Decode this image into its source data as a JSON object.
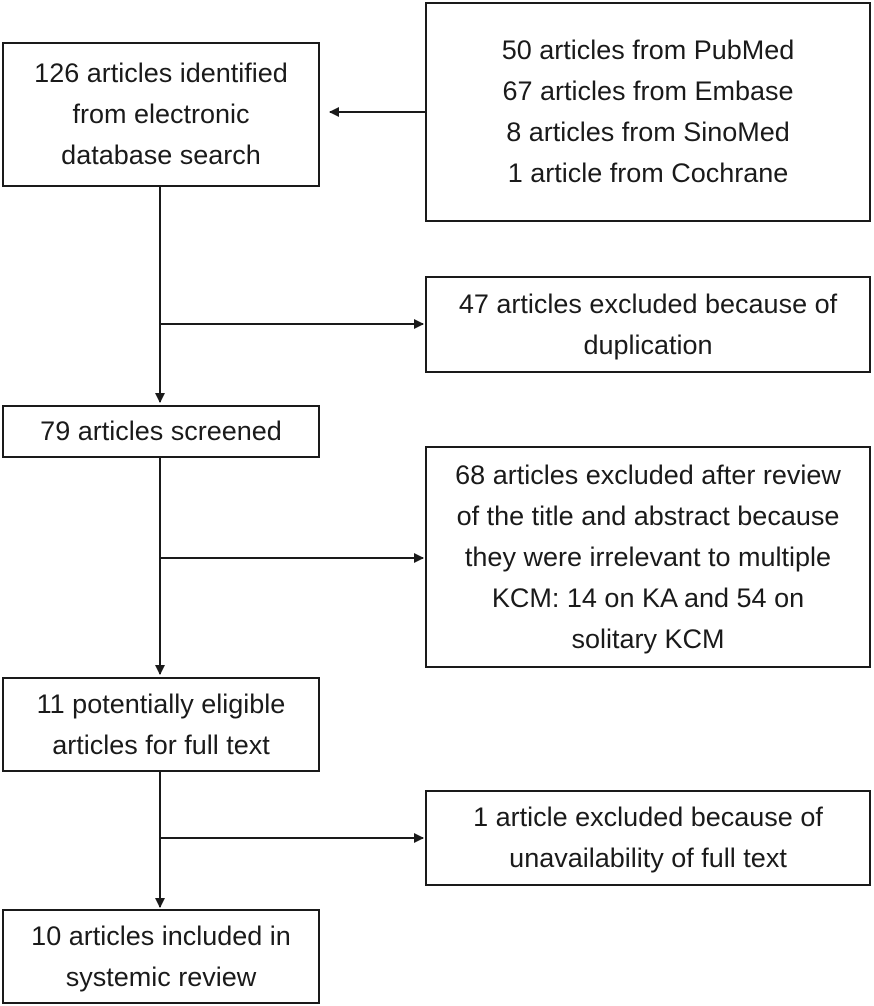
{
  "boxes": {
    "identified": {
      "lines": [
        "126 articles identified",
        "from electronic",
        "database search"
      ]
    },
    "sources": {
      "lines": [
        "50 articles from PubMed",
        "67 articles from Embase",
        "8 articles from SinoMed",
        "1 article from Cochrane"
      ]
    },
    "duplicates_excluded": {
      "lines": [
        "47 articles excluded because of",
        "duplication"
      ]
    },
    "screened": {
      "lines": [
        "79 articles screened"
      ]
    },
    "screening_excluded": {
      "lines": [
        "68 articles excluded after review",
        "of the title and abstract because",
        "they were irrelevant to multiple",
        "KCM: 14 on KA and 54 on",
        "solitary KCM"
      ]
    },
    "eligible": {
      "lines": [
        "11 potentially eligible",
        "articles for full text"
      ]
    },
    "fulltext_excluded": {
      "lines": [
        "1 article excluded because of",
        "unavailability of full text"
      ]
    },
    "included": {
      "lines": [
        "10 articles included in",
        "systemic review"
      ]
    }
  },
  "colors": {
    "line": "#1a1a1a",
    "background": "#ffffff"
  }
}
